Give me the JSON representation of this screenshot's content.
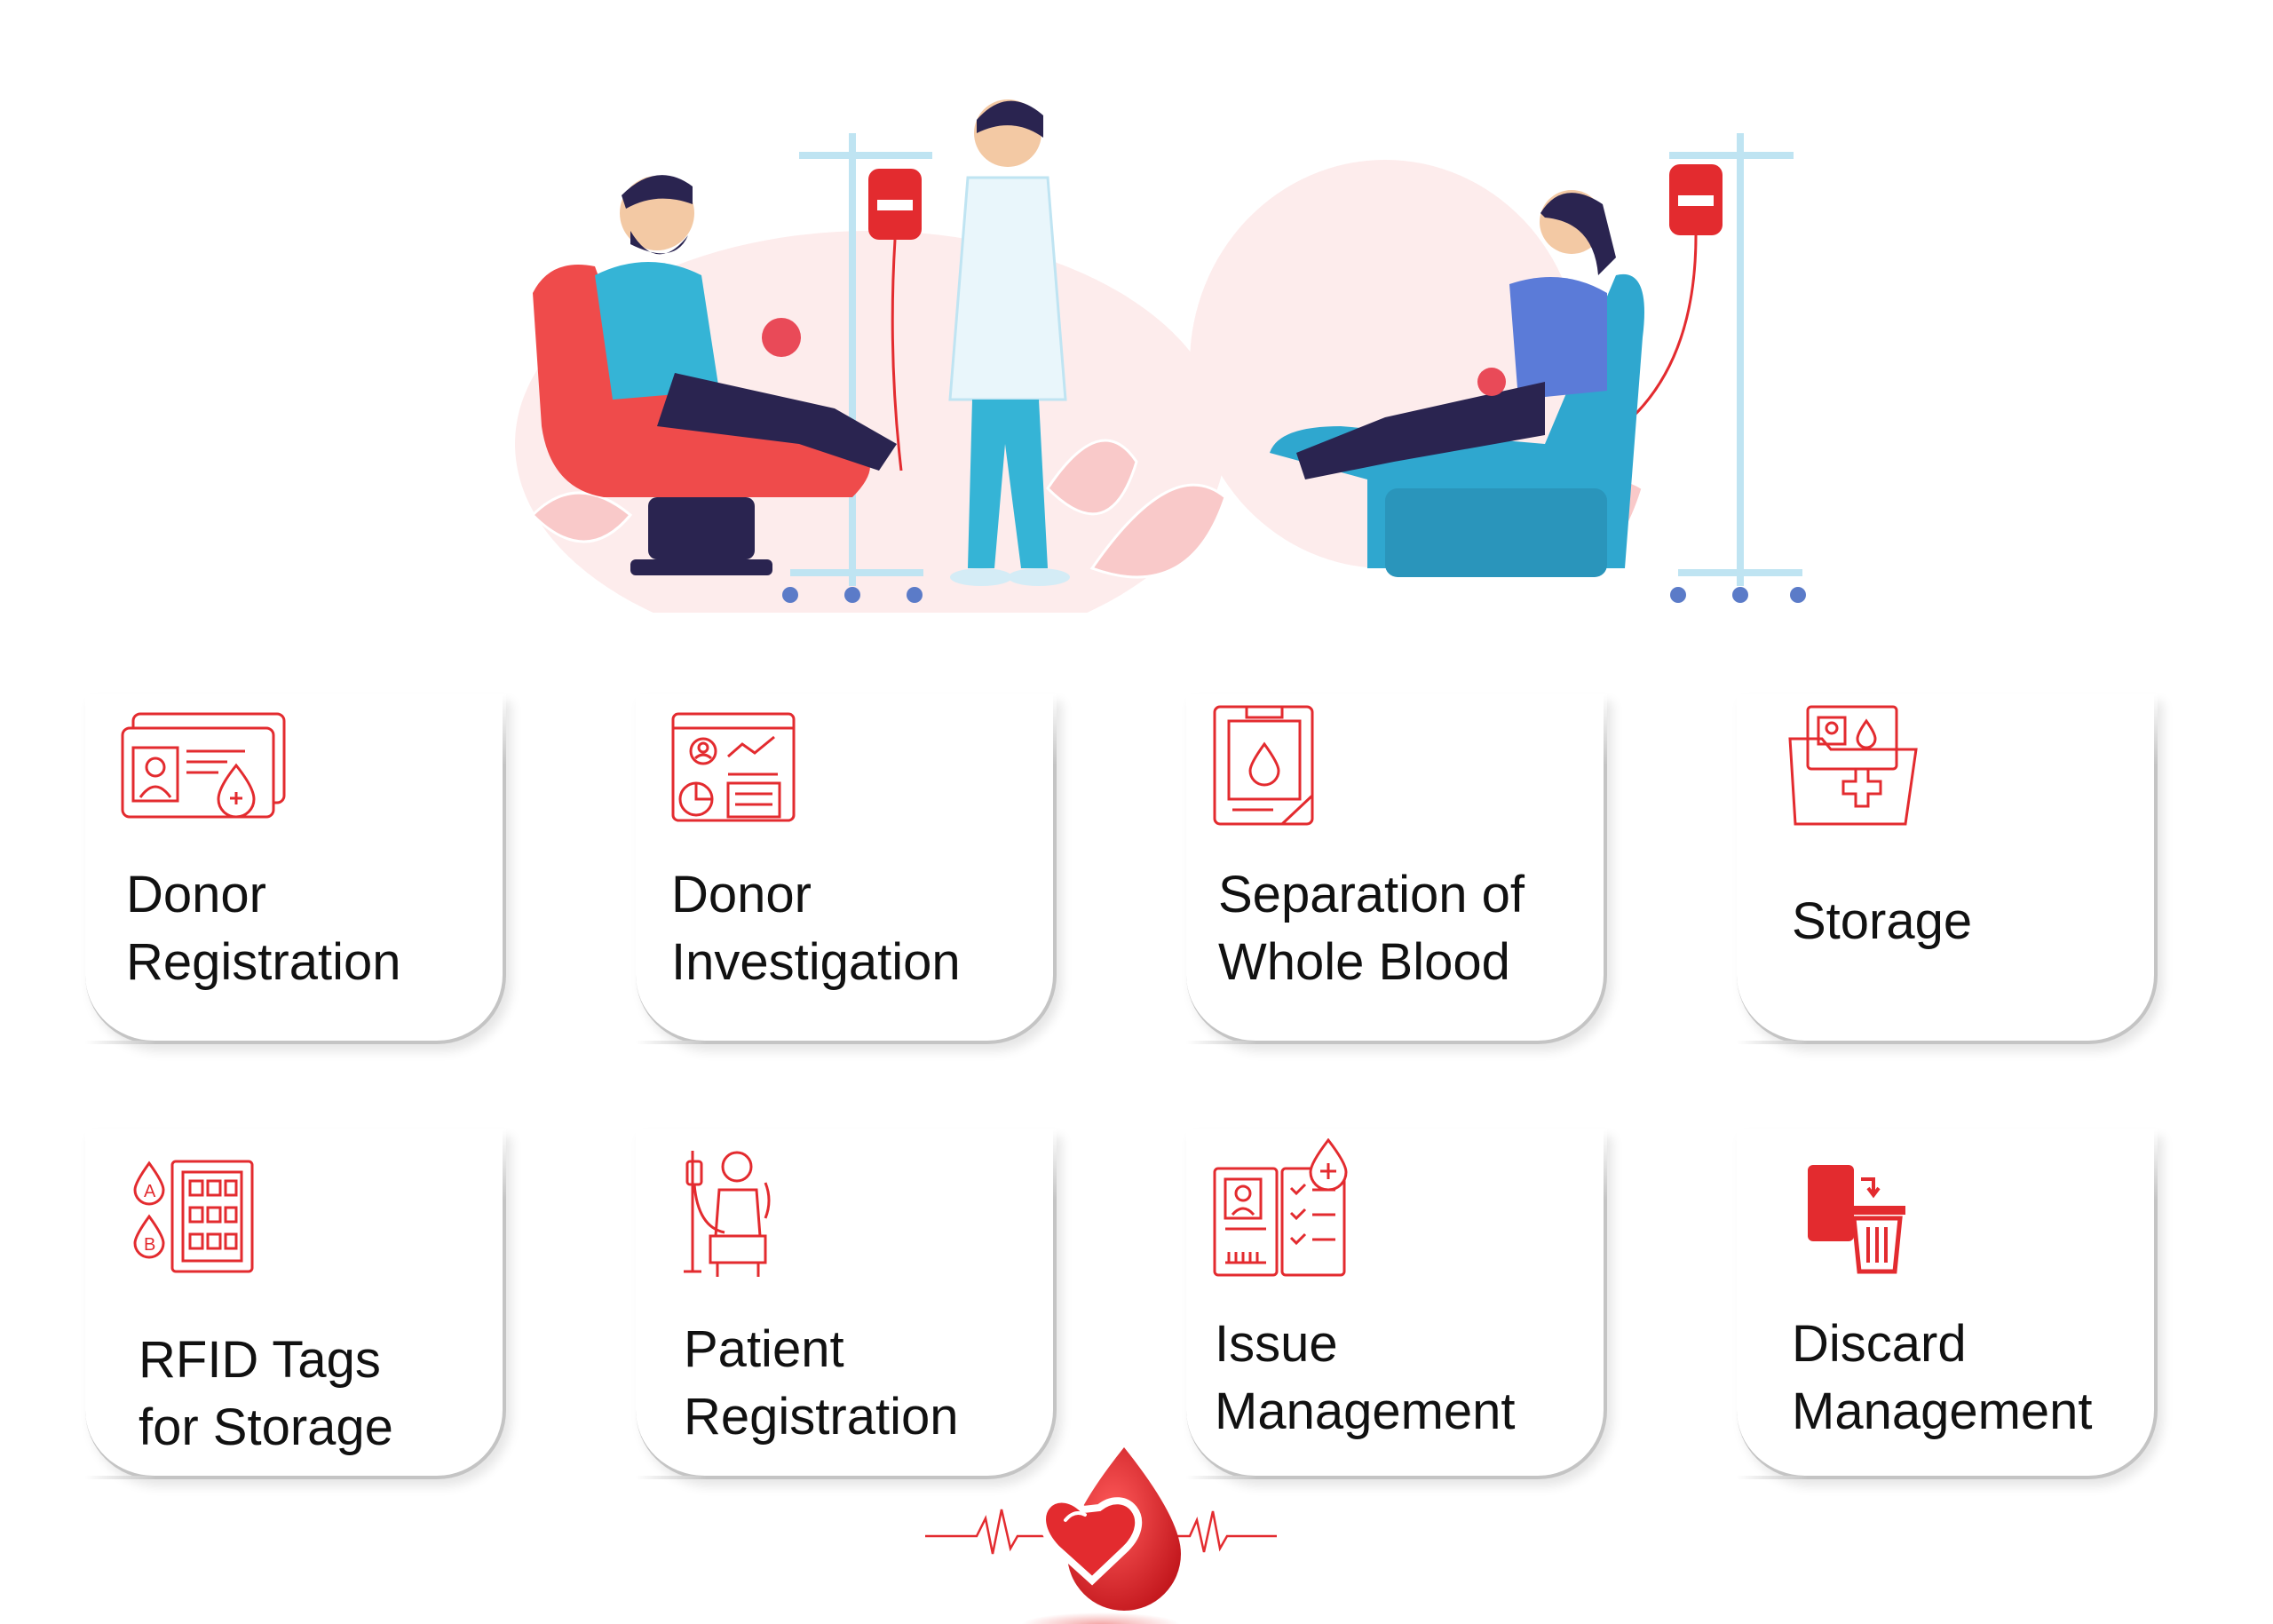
{
  "colors": {
    "accent": "#e32b2f",
    "card_border": "#c4c4c4",
    "text": "#111111",
    "chair_red": "#ef4b4b",
    "chair_blue": "#2fa7cf"
  },
  "illustration": {
    "icon": "blood-donation-illustration"
  },
  "cards": [
    {
      "label": "Donor\nRegistration",
      "icon": "id-card-blood-icon"
    },
    {
      "label": "Donor\nInvestigation",
      "icon": "dashboard-report-icon"
    },
    {
      "label": "Separation of\nWhole Blood",
      "icon": "blood-bag-document-icon"
    },
    {
      "label": "Storage",
      "icon": "medical-folder-icon"
    },
    {
      "label": "RFID Tags\nfor Storage",
      "icon": "blood-fridge-icon"
    },
    {
      "label": "Patient\nRegistration",
      "icon": "patient-transfusion-icon"
    },
    {
      "label": "Issue\nManagement",
      "icon": "issue-records-icon"
    },
    {
      "label": "Discard\nManagement",
      "icon": "discard-trash-icon"
    }
  ],
  "footer": {
    "icon": "heart-blood-drop-logo"
  }
}
